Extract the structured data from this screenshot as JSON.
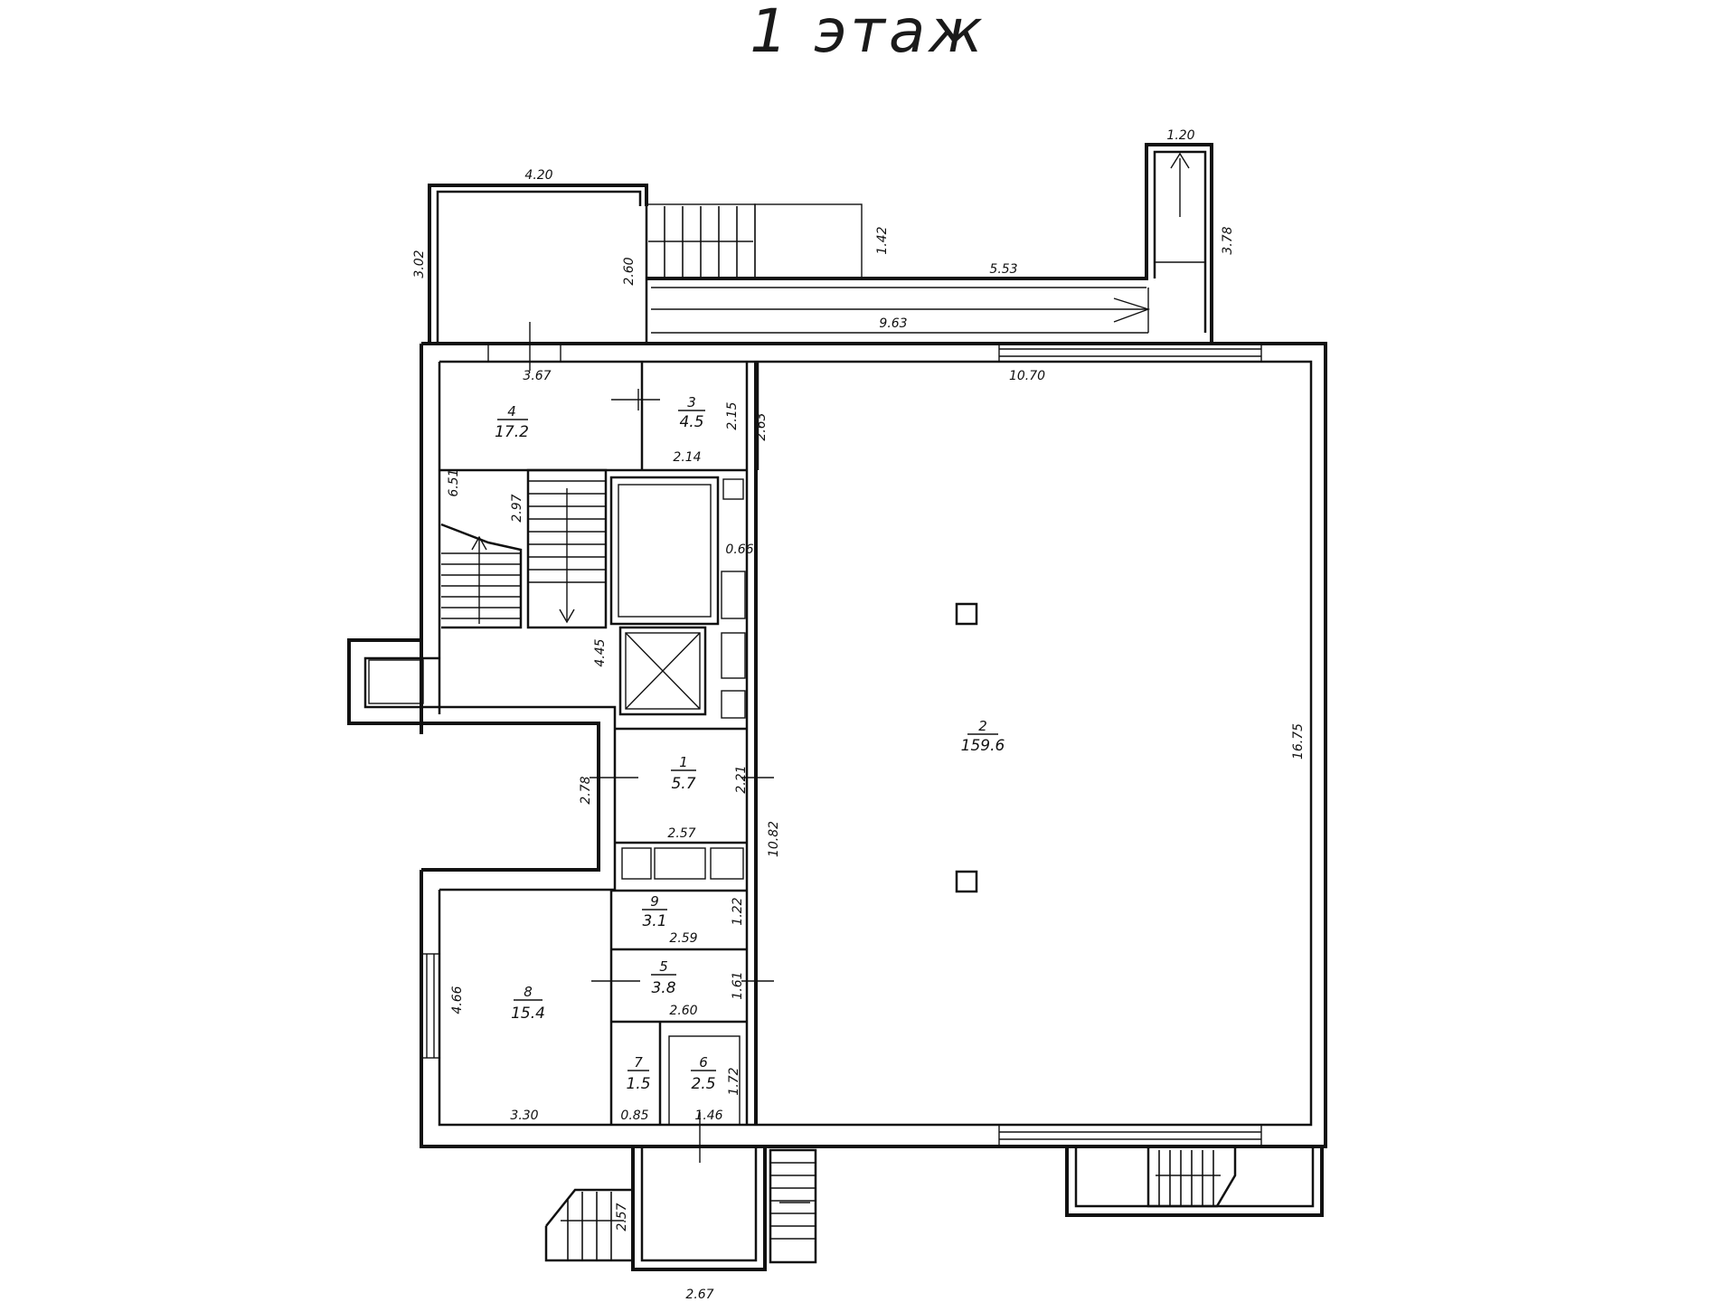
{
  "title": "1 этаж",
  "rooms": [
    {
      "number": "1",
      "area": "5.7"
    },
    {
      "number": "2",
      "area": "159.6"
    },
    {
      "number": "3",
      "area": "4.5"
    },
    {
      "number": "4",
      "area": "17.2"
    },
    {
      "number": "5",
      "area": "3.8"
    },
    {
      "number": "6",
      "area": "2.5"
    },
    {
      "number": "7",
      "area": "1.5"
    },
    {
      "number": "8",
      "area": "15.4"
    },
    {
      "number": "9",
      "area": "3.1"
    }
  ],
  "dimensions": {
    "d420": "4.20",
    "d302": "3.02",
    "d260a": "2.60",
    "d142": "1.42",
    "d553": "5.53",
    "d963": "9.63",
    "d120": "1.20",
    "d378": "3.78",
    "d367": "3.67",
    "d1070": "10.70",
    "d215": "2.15",
    "d263": "2.63",
    "d214": "2.14",
    "d651": "6.51",
    "d297": "2.97",
    "d066": "0.66",
    "d445": "4.45",
    "d1675": "16.75",
    "d278": "2.78",
    "d221": "2.21",
    "d257": "2.57",
    "d1082": "10.82",
    "d122": "1.22",
    "d259": "2.59",
    "d466": "4.66",
    "d161": "1.61",
    "d260b": "2.60",
    "d172": "1.72",
    "d330": "3.30",
    "d085": "0.85",
    "d146": "1.46",
    "d257b": "2.57",
    "d267": "2.67"
  }
}
